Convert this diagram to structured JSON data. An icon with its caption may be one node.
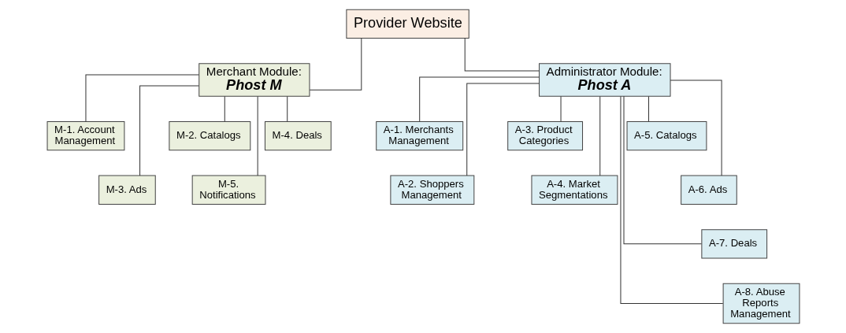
{
  "diagram": {
    "nodes": [
      {
        "text": [
          "Provider Website"
        ]
      },
      {
        "text": [
          "Merchant Module:",
          "Phost M"
        ]
      },
      {
        "text": [
          "Administrator Module:",
          "Phost A"
        ]
      },
      {
        "text": [
          "M-1. Account Management"
        ]
      },
      {
        "text": [
          "M-2. Catalogs"
        ]
      },
      {
        "text": [
          "M-3. Ads"
        ]
      },
      {
        "text": [
          "M-4. Deals"
        ]
      },
      {
        "text": [
          "M-5. Notifications"
        ]
      },
      {
        "text": [
          "A-1. Merchants Management"
        ]
      },
      {
        "text": [
          "A-2. Shoppers Management"
        ]
      },
      {
        "text": [
          "A-3. Product Categories"
        ]
      },
      {
        "text": [
          "A-4. Market Segmentations"
        ]
      },
      {
        "text": [
          "A-5. Catalogs"
        ]
      },
      {
        "text": [
          "A-6. Ads"
        ]
      },
      {
        "text": [
          "A-7. Deals"
        ]
      },
      {
        "text": [
          "A-8. Abuse Reports Management"
        ]
      }
    ],
    "edges": [
      {
        "from": 0,
        "to": 1,
        "arrow": "none"
      },
      {
        "from": 0,
        "to": 2,
        "arrow": "none"
      },
      {
        "from": 1,
        "to": 3,
        "arrow": "none"
      },
      {
        "from": 1,
        "to": 4,
        "arrow": "none"
      },
      {
        "from": 1,
        "to": 5,
        "arrow": "none"
      },
      {
        "from": 1,
        "to": 6,
        "arrow": "none"
      },
      {
        "from": 1,
        "to": 7,
        "arrow": "none"
      },
      {
        "from": 2,
        "to": 8,
        "arrow": "none"
      },
      {
        "from": 2,
        "to": 9,
        "arrow": "none"
      },
      {
        "from": 2,
        "to": 10,
        "arrow": "none"
      },
      {
        "from": 2,
        "to": 11,
        "arrow": "none"
      },
      {
        "from": 2,
        "to": 12,
        "arrow": "none"
      },
      {
        "from": 2,
        "to": 13,
        "arrow": "none"
      },
      {
        "from": 2,
        "to": 14,
        "arrow": "none"
      },
      {
        "from": 2,
        "to": 15,
        "arrow": "none"
      }
    ]
  }
}
